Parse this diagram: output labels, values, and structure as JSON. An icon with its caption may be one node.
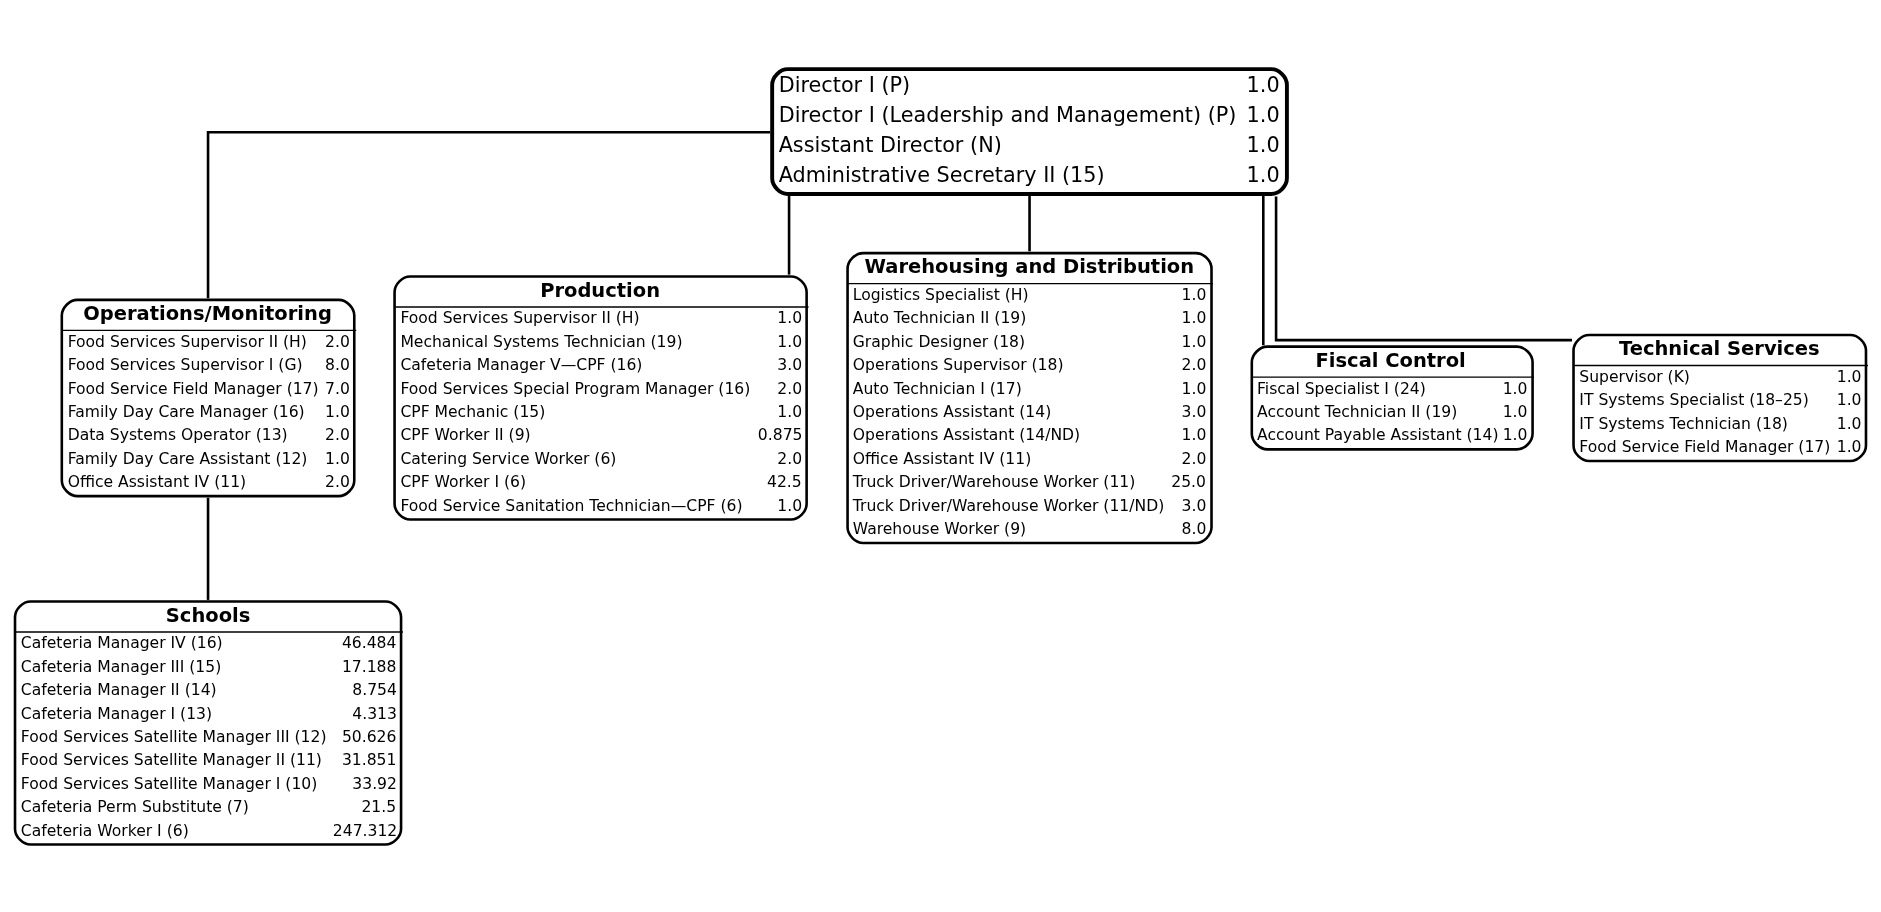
{
  "diagram": {
    "nodes": [
      {
        "text": [
          "Director I (P)",
          "1.0",
          "Director I (Leadership and Management) (P)",
          "1.0",
          "Assistant Director (N)",
          "1.0",
          "Administrative Secretary II (15)",
          "1.0"
        ]
      },
      {
        "text": [
          "Operations/Monitoring",
          "Food Services Supervisor II (H)",
          "2.0",
          "Food Services Supervisor I (G)",
          "8.0",
          "Food Service Field Manager (17)",
          "7.0",
          "Family Day Care Manager (16)",
          "1.0",
          "Data Systems Operator (13)",
          "2.0",
          "Family Day Care Assistant (12)",
          "1.0",
          "Office Assistant IV (11)",
          "2.0"
        ]
      },
      {
        "text": [
          "Production",
          "Food Services Supervisor II (H)",
          "1.0",
          "Mechanical Systems Technician (19)",
          "1.0",
          "Cafeteria Manager V—CPF (16)",
          "3.0",
          "Food Services Special Program Manager (16)",
          "2.0",
          "CPF Mechanic (15)",
          "1.0",
          "CPF Worker II (9)",
          "0.875",
          "Catering Service Worker (6)",
          "2.0",
          "CPF Worker I (6)",
          "42.5",
          "Food Service Sanitation Technician—CPF (6)",
          "1.0"
        ]
      },
      {
        "text": [
          "Warehousing and Distribution",
          "Logistics Specialist (H)",
          "1.0",
          "Auto Technician II (19)",
          "1.0",
          "Graphic Designer (18)",
          "1.0",
          "Operations Supervisor (18)",
          "2.0",
          "Auto Technician I (17)",
          "1.0",
          "Operations Assistant (14)",
          "3.0",
          "Operations Assistant (14/ND)",
          "1.0",
          "Office Assistant IV (11)",
          "2.0",
          "Truck Driver/Warehouse Worker (11)",
          "25.0",
          "Truck Driver/Warehouse Worker (11/ND)",
          "3.0",
          "Warehouse Worker (9)",
          "8.0"
        ]
      },
      {
        "text": [
          "Fiscal Control",
          "Fiscal Specialist I (24)",
          "1.0",
          "Account Technician II (19)",
          "1.0",
          "Account Payable Assistant (14)",
          "1.0"
        ]
      },
      {
        "text": [
          "Technical Services",
          "Supervisor (K)",
          "1.0",
          "IT Systems Specialist (18–25)",
          "1.0",
          "IT Systems Technician (18)",
          "1.0",
          "Food Service Field Manager (17)",
          "1.0"
        ]
      },
      {
        "text": [
          "Schools",
          "Cafeteria Manager IV (16)",
          "46.484",
          "Cafeteria Manager III (15)",
          "17.188",
          "Cafeteria Manager II (14)",
          "8.754",
          "Cafeteria Manager I (13)",
          "4.313",
          "Food Services Satellite Manager III (12)",
          "50.626",
          "Food Services Satellite Manager II (11)",
          "31.851",
          "Food Services Satellite Manager I (10)",
          "33.92",
          "Cafeteria Perm Substitute (7)",
          "21.5",
          "Cafeteria Worker I (6)",
          "247.312"
        ]
      }
    ],
    "edges": [
      {
        "from": 0,
        "to": 1,
        "arrow": "none"
      },
      {
        "from": 0,
        "to": 2,
        "arrow": "none"
      },
      {
        "from": 0,
        "to": 3,
        "arrow": "none"
      },
      {
        "from": 0,
        "to": 4,
        "arrow": "none"
      },
      {
        "from": 0,
        "to": 5,
        "arrow": "none"
      },
      {
        "from": 1,
        "to": 6,
        "arrow": "none"
      }
    ]
  }
}
